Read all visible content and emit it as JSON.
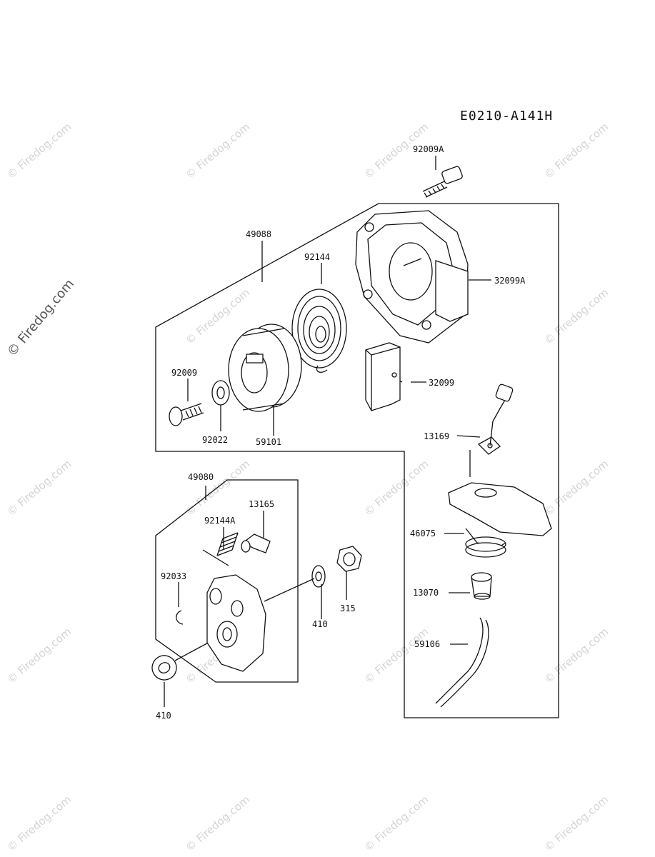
{
  "diagram_code": "E0210-A141H",
  "watermark_text": "© Firedog.com",
  "parts": {
    "p92009A": "92009A",
    "p49088": "49088",
    "p92144": "92144",
    "p32099A": "32099A",
    "p92009": "92009",
    "p32099": "32099",
    "p92022": "92022",
    "p59101": "59101",
    "p13169": "13169",
    "p49080": "49080",
    "p13165": "13165",
    "p92144A": "92144A",
    "p46075": "46075",
    "p92033": "92033",
    "p13070": "13070",
    "p315": "315",
    "p410a": "410",
    "p59106": "59106",
    "p410b": "410"
  }
}
